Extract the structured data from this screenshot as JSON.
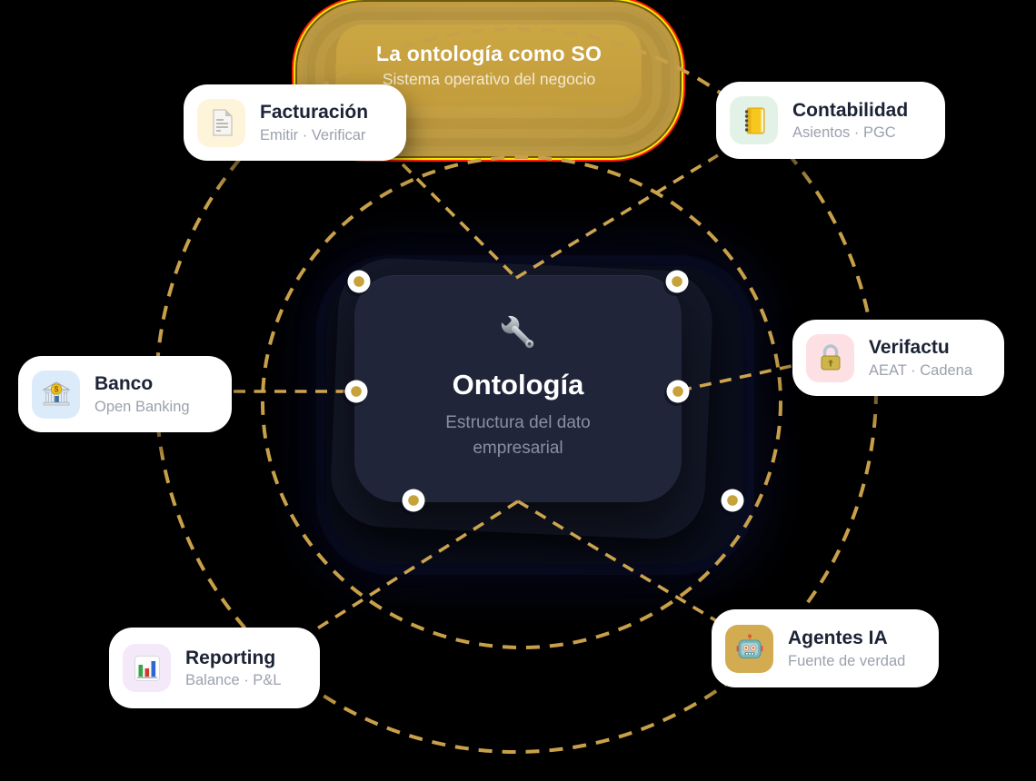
{
  "banner": {
    "title": "La ontología como SO",
    "subtitle": "Sistema operativo del negocio"
  },
  "center": {
    "icon": "wrench-icon",
    "title": "Ontología",
    "subtitle": "Estructura del dato empresarial"
  },
  "nodes": [
    {
      "id": "facturacion",
      "icon": "document-icon",
      "title": "Facturación",
      "subtitle": "Emitir · Verificar",
      "tile_color": "#fdf4da"
    },
    {
      "id": "contabilidad",
      "icon": "ledger-icon",
      "title": "Contabilidad",
      "subtitle": "Asientos · PGC",
      "tile_color": "#e3f2e6"
    },
    {
      "id": "verifactu",
      "icon": "lock-icon",
      "title": "Verifactu",
      "subtitle": "AEAT · Cadena",
      "tile_color": "#fce0e4"
    },
    {
      "id": "banco",
      "icon": "bank-icon",
      "title": "Banco",
      "subtitle": "Open Banking",
      "tile_color": "#dcebfa"
    },
    {
      "id": "agentes",
      "icon": "robot-icon",
      "title": "Agentes IA",
      "subtitle": "Fuente de verdad",
      "tile_color": "#d3ac51"
    },
    {
      "id": "reporting",
      "icon": "chart-icon",
      "title": "Reporting",
      "subtitle": "Balance · P&L",
      "tile_color": "#f4e9f9"
    }
  ],
  "colors": {
    "background": "#000000",
    "dash_gold": "#cda44f",
    "banner_gold": "#c49d3c",
    "glow_outline_yellow": "#ffe70a",
    "glow_outline_red": "#fc1c03",
    "center_card": "#20253a",
    "anchor_dot_gold": "#c7a139"
  }
}
